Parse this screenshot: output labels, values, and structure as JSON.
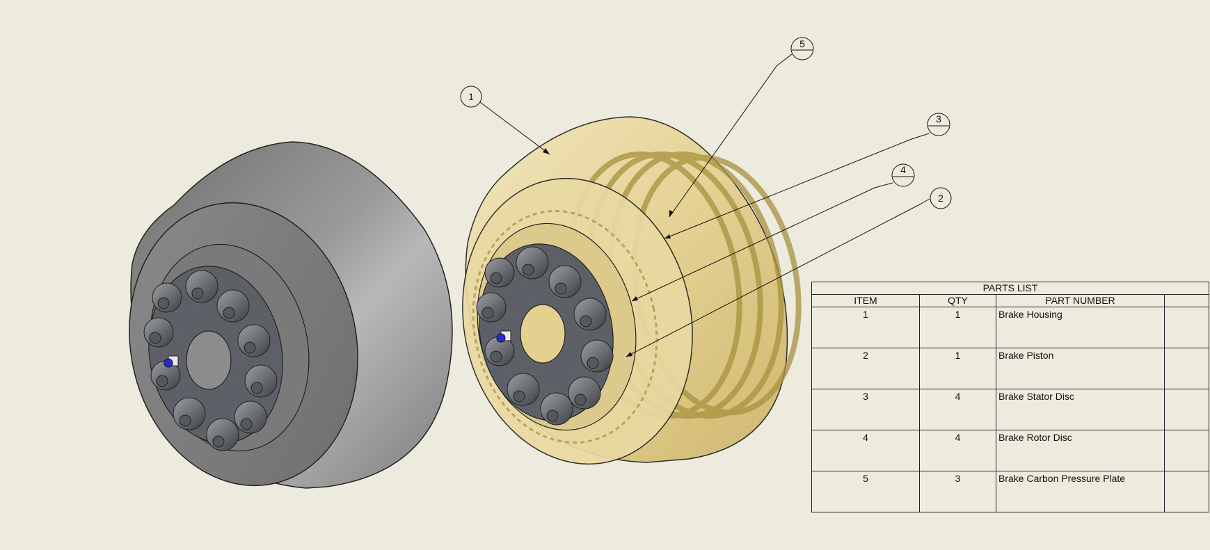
{
  "balloons": [
    {
      "id": "balloon-1",
      "label": "1"
    },
    {
      "id": "balloon-5",
      "label": "5"
    },
    {
      "id": "balloon-3",
      "label": "3"
    },
    {
      "id": "balloon-4",
      "label": "4"
    },
    {
      "id": "balloon-2",
      "label": "2"
    }
  ],
  "parts_list": {
    "title": "PARTS LIST",
    "headers": {
      "item": "ITEM",
      "qty": "QTY",
      "part_number": "PART NUMBER",
      "extra": ""
    },
    "rows": [
      {
        "item": "1",
        "qty": "1",
        "part_number": "Brake Housing"
      },
      {
        "item": "2",
        "qty": "1",
        "part_number": "Brake Piston"
      },
      {
        "item": "3",
        "qty": "4",
        "part_number": "Brake Stator Disc"
      },
      {
        "item": "4",
        "qty": "4",
        "part_number": "Brake Rotor Disc"
      },
      {
        "item": "5",
        "qty": "3",
        "part_number": "Brake Carbon Pressure Plate"
      }
    ]
  },
  "colors": {
    "background": "#ecebdd",
    "housing_gray": "#8c8c8c",
    "translucent_housing": "#e8d9a4",
    "pin_blue": "#2a2ad0"
  }
}
